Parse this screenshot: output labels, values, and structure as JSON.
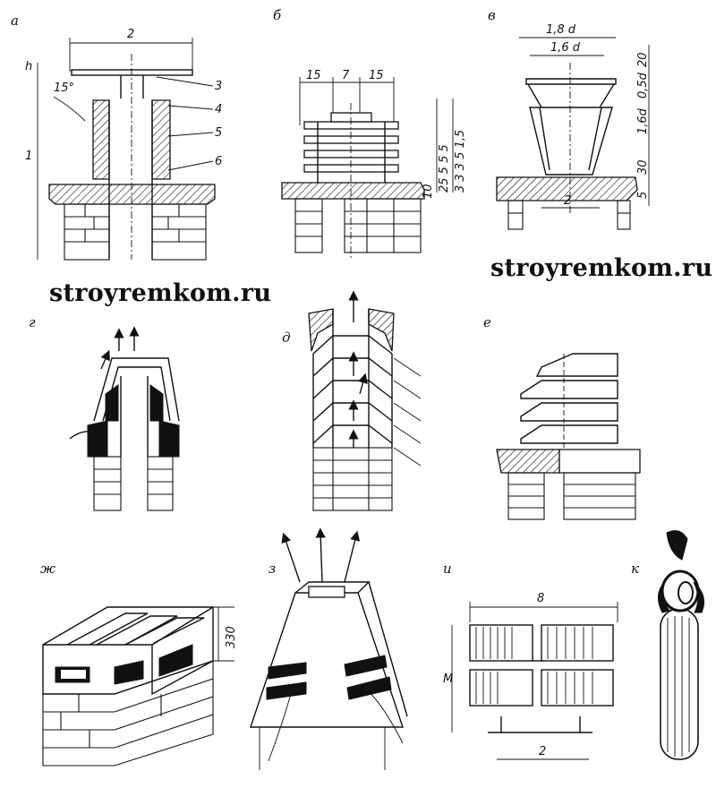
{
  "watermarks": [
    "stroyremkom.ru",
    "stroyremkom.ru"
  ],
  "panel_letters": {
    "a": "а",
    "b": "б",
    "v": "в",
    "g": "г",
    "d": "д",
    "e": "е",
    "zh": "ж",
    "z": "з",
    "i": "и",
    "k": "к"
  },
  "panel_a": {
    "top_dim": "2",
    "angle": "15°",
    "left_dims": [
      "h",
      "1"
    ],
    "callouts": [
      "3",
      "4",
      "5",
      "6"
    ]
  },
  "panel_b": {
    "top_dims": [
      "15",
      "7",
      "15"
    ],
    "right_dims_left": "25 5 5 5",
    "right_dims_right": "3 3 3 5 1,5",
    "bottom_dim": "10"
  },
  "panel_v": {
    "top_dims": [
      "1,8 d",
      "1,6 d"
    ],
    "right_dims": [
      "20",
      "0,5d",
      "1,6d",
      "30",
      "5"
    ],
    "bottom_dim": "2"
  },
  "panel_zh": {
    "height_dim": "330"
  },
  "panel_i": {
    "width_dim": "8",
    "height_dim": "M",
    "bottom_dim": "2"
  }
}
